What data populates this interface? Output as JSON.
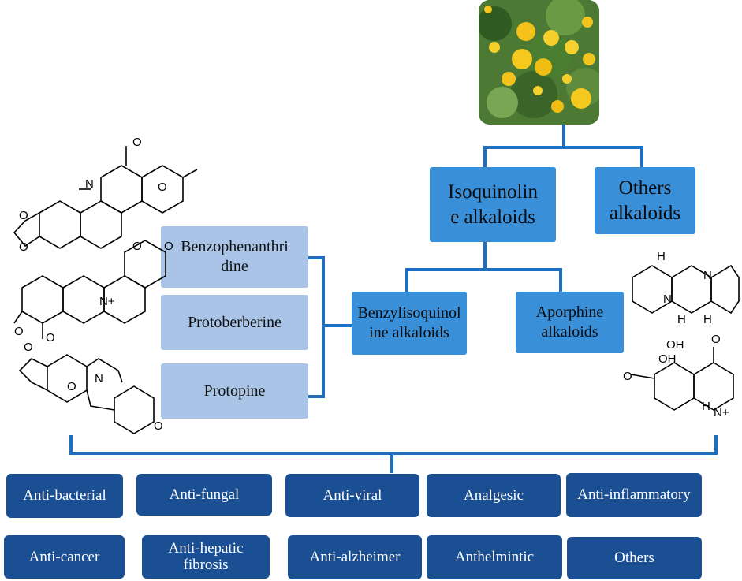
{
  "plant_photo": {
    "name": "yellow-flower-plant"
  },
  "classes": {
    "isoquinoline": "Isoquinolin\ne alkaloids",
    "others": "Others\nalkaloids",
    "benzyl": "Benzylisoquinol\nine alkaloids",
    "aporphine": "Aporphine\nalkaloids"
  },
  "subclasses": {
    "benzophenanthridine": "Benzophenanthri\ndine",
    "protoberberine": "Protoberberine",
    "protopine": "Protopine"
  },
  "activities": [
    "Anti-bacterial",
    "Anti-fungal",
    "Anti-viral",
    "Analgesic",
    "Anti-inflammatory",
    "Anti-cancer",
    "Anti-hepatic\nfibrosis",
    "Anti-alzheimer",
    "Anthelmintic",
    "Others"
  ],
  "structure_labels": {
    "n": "N",
    "nplus": "N+",
    "h": "H",
    "oh": "OH",
    "o": "O"
  },
  "colors": {
    "connector": "#1f6fc0",
    "class_box": "#3a8fd9",
    "subclass_box": "#a9c4e6",
    "activity_box": "#1b4f93"
  }
}
